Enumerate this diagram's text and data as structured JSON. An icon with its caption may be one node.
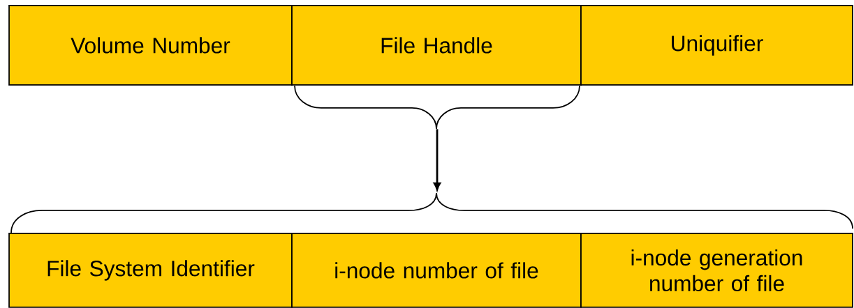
{
  "diagram": {
    "nodes": [
      {
        "text": [
          "Volume Number"
        ]
      },
      {
        "text": [
          "File Handle"
        ]
      },
      {
        "text": [
          "Uniquifier"
        ]
      },
      {
        "text": [
          "File System Identifier"
        ]
      },
      {
        "text": [
          "i-node number of file"
        ]
      },
      {
        "text": [
          "i-node generation number of file"
        ]
      },
      {
        "text": [],
        "shape": "brace"
      },
      {
        "text": [],
        "shape": "brace"
      }
    ],
    "edges": [
      {
        "from": 6,
        "to": 7,
        "arrow": "to"
      }
    ]
  }
}
